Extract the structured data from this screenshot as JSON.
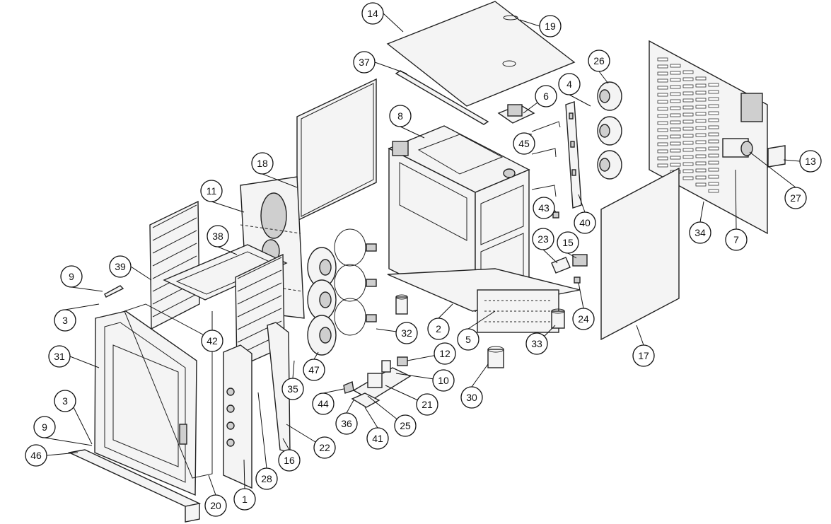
{
  "diagram": {
    "callouts": [
      {
        "id": "c1",
        "label": "1"
      },
      {
        "id": "c2",
        "label": "2"
      },
      {
        "id": "c3a",
        "label": "3"
      },
      {
        "id": "c3b",
        "label": "3"
      },
      {
        "id": "c4",
        "label": "4"
      },
      {
        "id": "c5",
        "label": "5"
      },
      {
        "id": "c6",
        "label": "6"
      },
      {
        "id": "c7",
        "label": "7"
      },
      {
        "id": "c8",
        "label": "8"
      },
      {
        "id": "c9a",
        "label": "9"
      },
      {
        "id": "c9b",
        "label": "9"
      },
      {
        "id": "c10",
        "label": "10"
      },
      {
        "id": "c11",
        "label": "11"
      },
      {
        "id": "c12",
        "label": "12"
      },
      {
        "id": "c13",
        "label": "13"
      },
      {
        "id": "c14",
        "label": "14"
      },
      {
        "id": "c15",
        "label": "15"
      },
      {
        "id": "c16",
        "label": "16"
      },
      {
        "id": "c17",
        "label": "17"
      },
      {
        "id": "c18",
        "label": "18"
      },
      {
        "id": "c19",
        "label": "19"
      },
      {
        "id": "c20",
        "label": "20"
      },
      {
        "id": "c21",
        "label": "21"
      },
      {
        "id": "c22",
        "label": "22"
      },
      {
        "id": "c23",
        "label": "23"
      },
      {
        "id": "c24",
        "label": "24"
      },
      {
        "id": "c25",
        "label": "25"
      },
      {
        "id": "c26",
        "label": "26"
      },
      {
        "id": "c27",
        "label": "27"
      },
      {
        "id": "c28",
        "label": "28"
      },
      {
        "id": "c30",
        "label": "30"
      },
      {
        "id": "c31",
        "label": "31"
      },
      {
        "id": "c32",
        "label": "32"
      },
      {
        "id": "c33",
        "label": "33"
      },
      {
        "id": "c34",
        "label": "34"
      },
      {
        "id": "c35",
        "label": "35"
      },
      {
        "id": "c36",
        "label": "36"
      },
      {
        "id": "c37",
        "label": "37"
      },
      {
        "id": "c38",
        "label": "38"
      },
      {
        "id": "c39",
        "label": "39"
      },
      {
        "id": "c40",
        "label": "40"
      },
      {
        "id": "c41",
        "label": "41"
      },
      {
        "id": "c42",
        "label": "42"
      },
      {
        "id": "c43",
        "label": "43"
      },
      {
        "id": "c44",
        "label": "44"
      },
      {
        "id": "c45",
        "label": "45"
      },
      {
        "id": "c46",
        "label": "46"
      },
      {
        "id": "c47",
        "label": "47"
      }
    ]
  }
}
